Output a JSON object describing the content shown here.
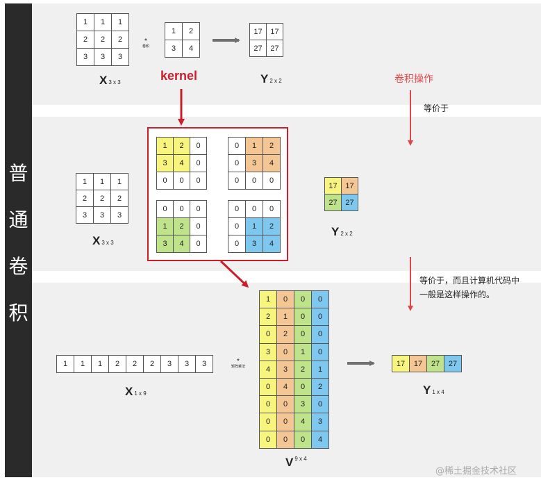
{
  "sidebar": {
    "chars": [
      "普",
      "通",
      "卷",
      "积"
    ]
  },
  "row1": {
    "x_matrix": [
      [
        "1",
        "1",
        "1"
      ],
      [
        "2",
        "2",
        "2"
      ],
      [
        "3",
        "3",
        "3"
      ]
    ],
    "op_symbol": "*",
    "op_text": "卷积",
    "kernel": [
      [
        "1",
        "2"
      ],
      [
        "3",
        "4"
      ]
    ],
    "y_matrix": [
      [
        "17",
        "17"
      ],
      [
        "27",
        "27"
      ]
    ],
    "x_label": {
      "main": "X",
      "sub": "3 x 3"
    },
    "y_label": {
      "main": "Y",
      "sub": "2 x 2"
    }
  },
  "kernel_title": "kernel",
  "conv_label": "卷积操作",
  "equiv_1": "等价于",
  "row2": {
    "x_matrix": [
      [
        "1",
        "1",
        "1"
      ],
      [
        "2",
        "2",
        "2"
      ],
      [
        "3",
        "3",
        "3"
      ]
    ],
    "x_label": {
      "main": "X",
      "sub": "3 x 3"
    },
    "padded": [
      [
        [
          "1",
          "2",
          "0"
        ],
        [
          "3",
          "4",
          "0"
        ],
        [
          "0",
          "0",
          "0"
        ]
      ],
      [
        [
          "0",
          "1",
          "2"
        ],
        [
          "0",
          "3",
          "4"
        ],
        [
          "0",
          "0",
          "0"
        ]
      ],
      [
        [
          "0",
          "0",
          "0"
        ],
        [
          "1",
          "2",
          "0"
        ],
        [
          "3",
          "4",
          "0"
        ]
      ],
      [
        [
          "0",
          "0",
          "0"
        ],
        [
          "0",
          "1",
          "2"
        ],
        [
          "0",
          "3",
          "4"
        ]
      ]
    ],
    "y_matrix": [
      [
        "17",
        "17"
      ],
      [
        "27",
        "27"
      ]
    ],
    "y_label": {
      "main": "Y",
      "sub": "2 x 2"
    }
  },
  "equiv_2": [
    "等价于，而且计算机代码中",
    "一般是这样操作的。"
  ],
  "row3": {
    "x_vector": [
      "1",
      "1",
      "1",
      "2",
      "2",
      "2",
      "3",
      "3",
      "3"
    ],
    "x_label": {
      "main": "X",
      "sub": "1 x 9"
    },
    "op_symbol": "*",
    "op_text": "矩阵乘法",
    "v_matrix": [
      [
        "1",
        "0",
        "0",
        "0"
      ],
      [
        "2",
        "1",
        "0",
        "0"
      ],
      [
        "0",
        "2",
        "0",
        "0"
      ],
      [
        "3",
        "0",
        "1",
        "0"
      ],
      [
        "4",
        "3",
        "2",
        "1"
      ],
      [
        "0",
        "4",
        "0",
        "2"
      ],
      [
        "0",
        "0",
        "3",
        "0"
      ],
      [
        "0",
        "0",
        "4",
        "3"
      ],
      [
        "0",
        "0",
        "0",
        "4"
      ]
    ],
    "v_label": {
      "main": "V",
      "sup": "9 x 4"
    },
    "y_vector": [
      "17",
      "17",
      "27",
      "27"
    ],
    "y_label": {
      "main": "Y",
      "sub": "1 x 4"
    }
  },
  "colors": {
    "yellow": "#f8f57e",
    "orange": "#f4c694",
    "green": "#bfe38a",
    "blue": "#7ec7ee",
    "red": "#cc1f2d",
    "sidebar": "#2a2a2a"
  },
  "watermark": "@稀土掘金技术社区"
}
